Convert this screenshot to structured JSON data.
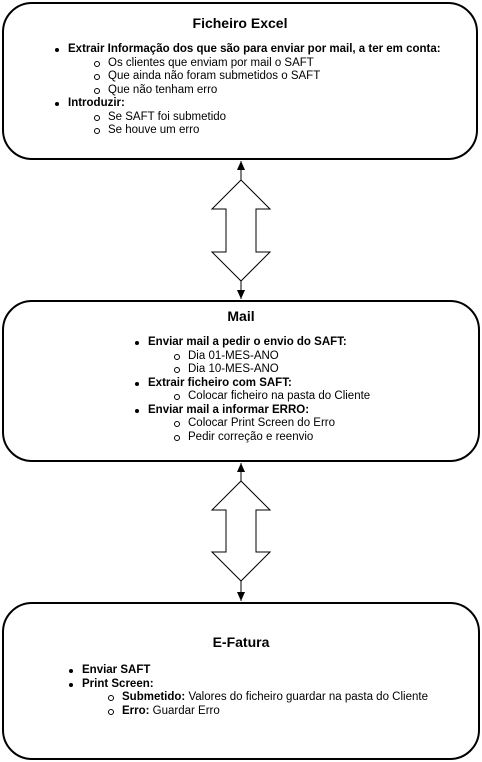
{
  "boxes": [
    {
      "title": "Ficheiro Excel",
      "items": [
        {
          "label": "Extrair Informação dos que são para enviar por mail, a ter em conta:",
          "children": [
            {
              "label": "Os clientes que enviam por mail o SAFT"
            },
            {
              "label": "Que ainda não foram submetidos o SAFT"
            },
            {
              "label": "Que não tenham erro"
            }
          ]
        },
        {
          "label": "Introduzir:",
          "children": [
            {
              "label": "Se SAFT foi submetido"
            },
            {
              "label": "Se houve um erro"
            }
          ]
        }
      ]
    },
    {
      "title": "Mail",
      "items": [
        {
          "label": "Enviar mail a pedir o envio do SAFT:",
          "children": [
            {
              "label": "Dia 01-MES-ANO"
            },
            {
              "label": "Dia 10-MES-ANO"
            }
          ]
        },
        {
          "label": "Extrair ficheiro com SAFT:",
          "children": [
            {
              "label": "Colocar ficheiro na pasta do Cliente"
            }
          ]
        },
        {
          "label": "Enviar mail a informar ERRO:",
          "children": [
            {
              "label": "Colocar Print Screen do Erro"
            },
            {
              "label": "Pedir correção e reenvio"
            }
          ]
        }
      ]
    },
    {
      "title": "E-Fatura",
      "items": [
        {
          "label": "Enviar SAFT",
          "children": []
        },
        {
          "label": "Print Screen:",
          "children": [
            {
              "bold": "Submetido:",
              "label": " Valores do ficheiro guardar na pasta do Cliente"
            },
            {
              "bold": "Erro:",
              "label": " Guardar Erro"
            }
          ]
        }
      ]
    }
  ]
}
